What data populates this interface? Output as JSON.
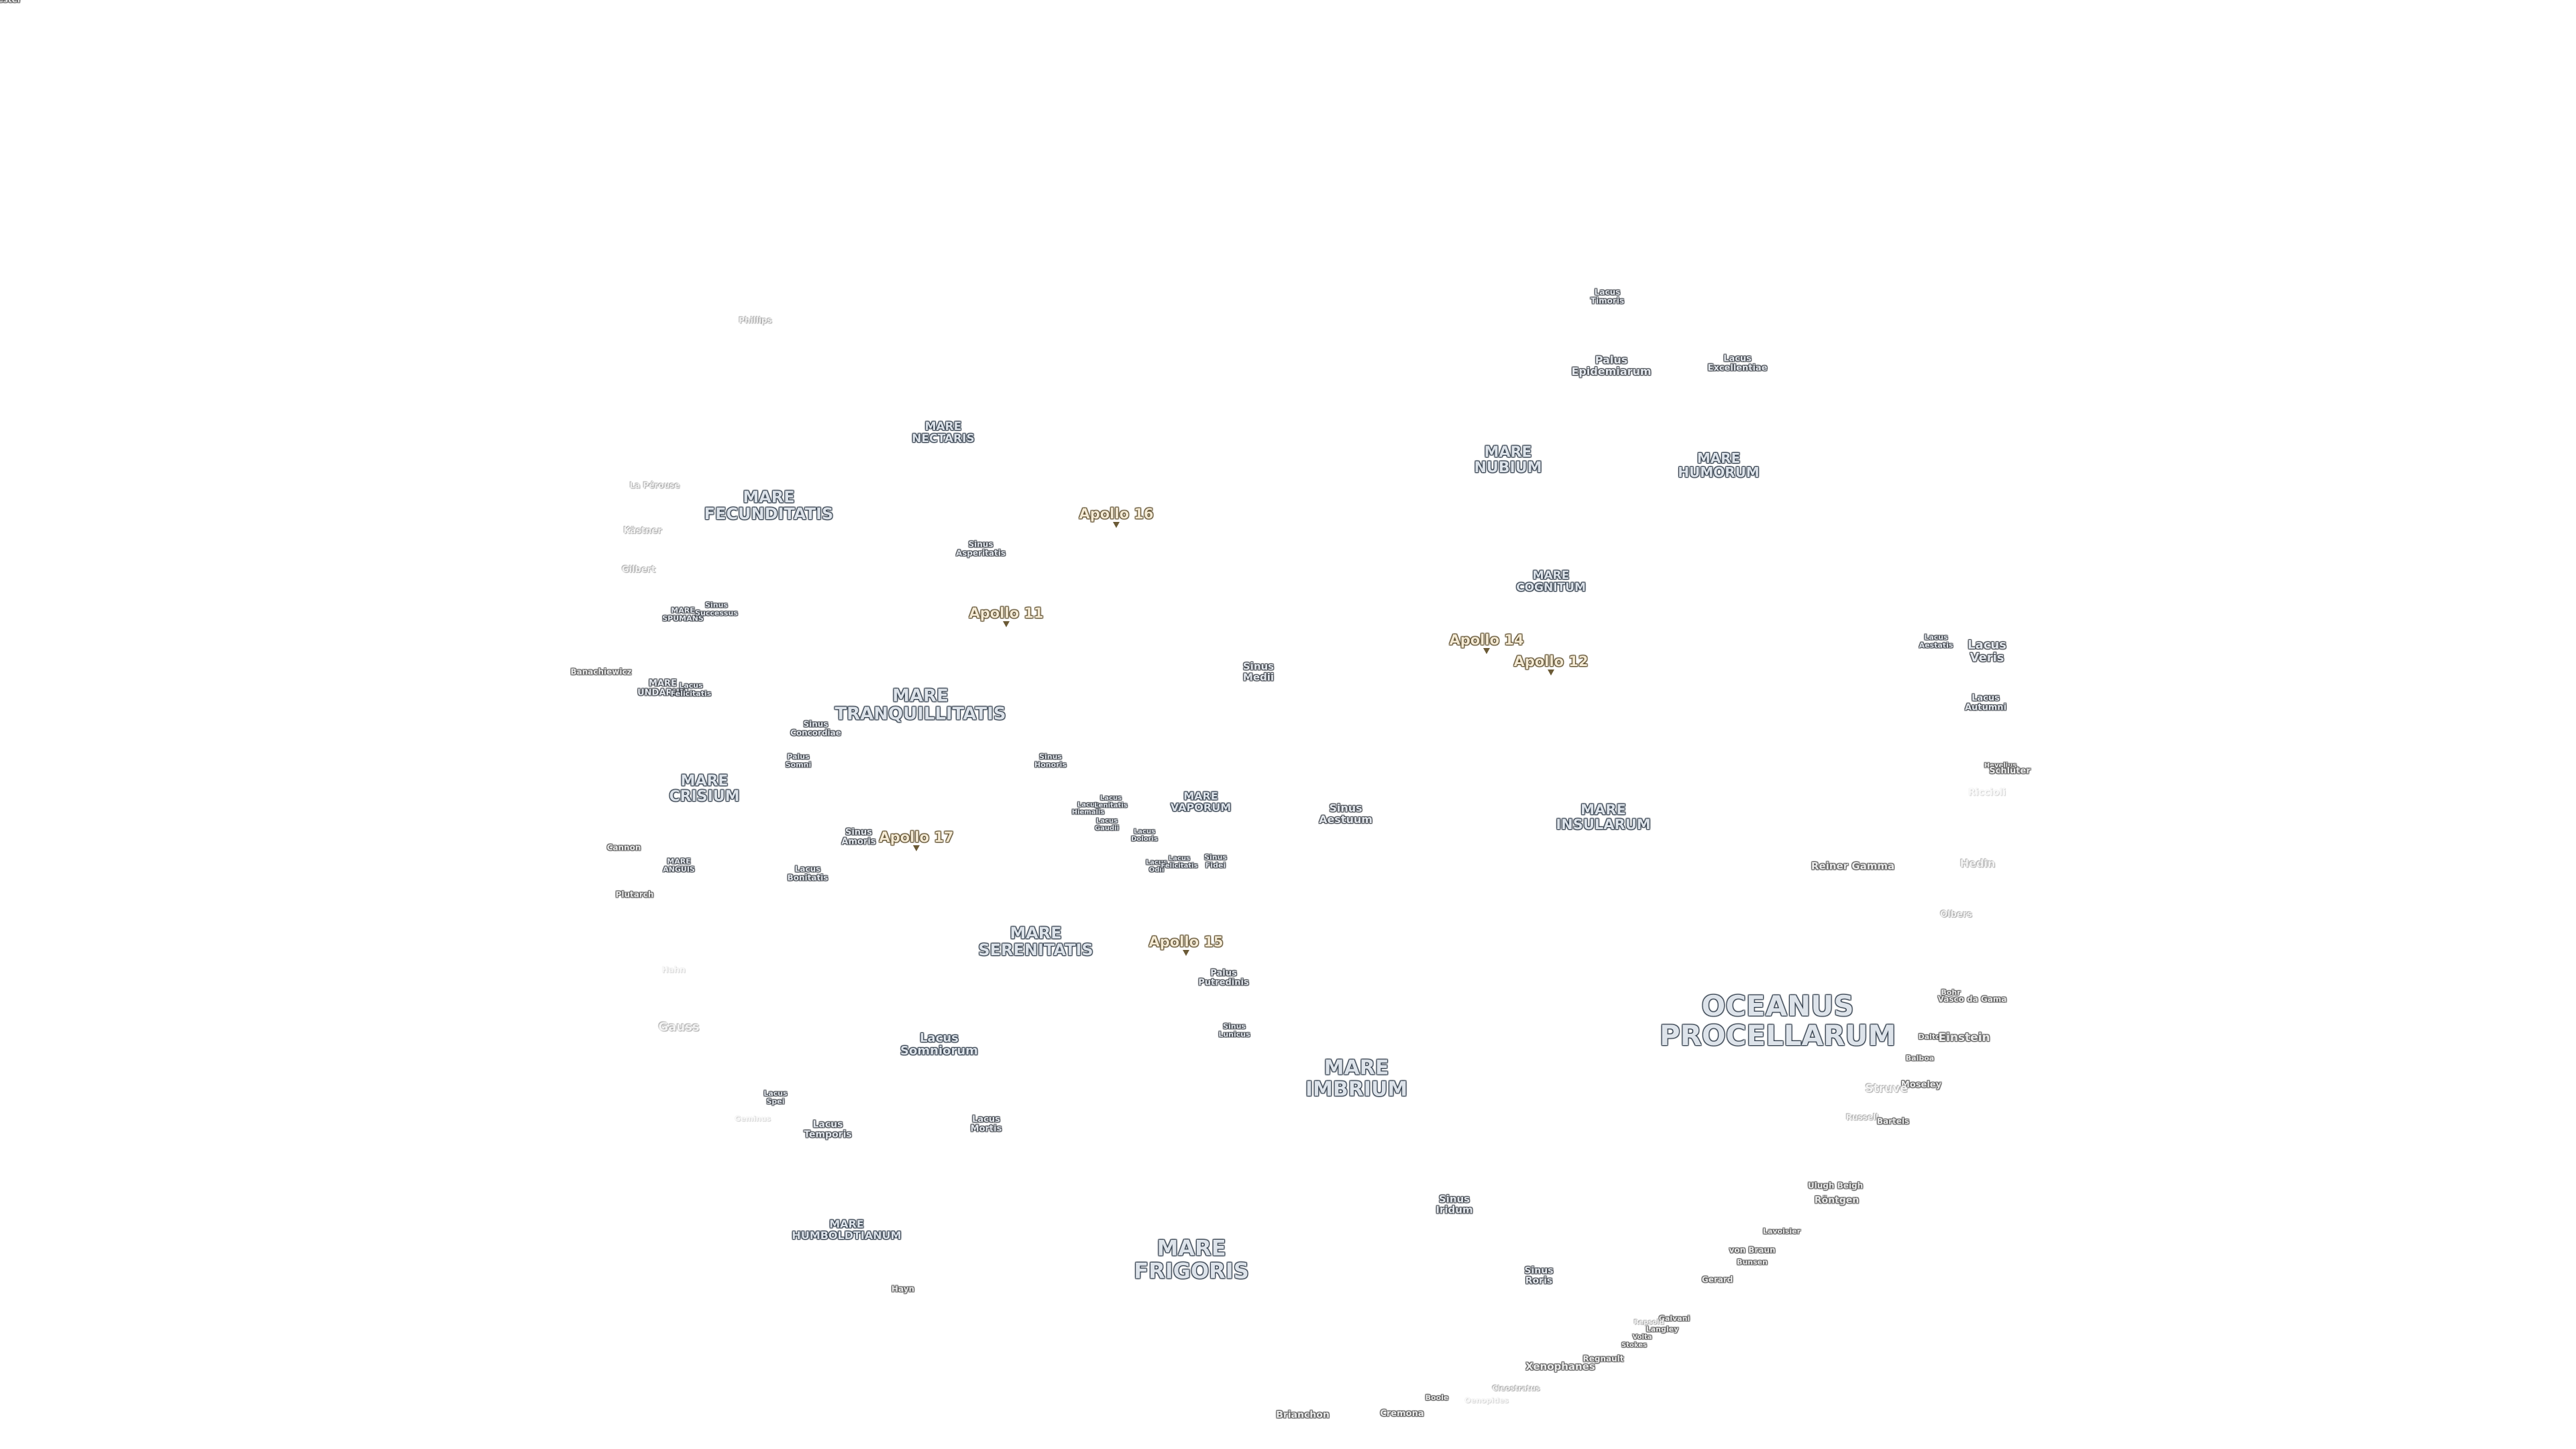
{
  "map": {
    "labels": [
      {
        "text": "OCEANUS\nPROCELLARUM",
        "kind": "mare",
        "size": 42
      },
      {
        "text": "MARE\nIMBRIUM",
        "kind": "mare",
        "size": 30
      },
      {
        "text": "MARE\nFRIGORIS",
        "kind": "mare",
        "size": 32
      },
      {
        "text": "MARE\nSERENITATIS",
        "kind": "mare",
        "size": 24
      },
      {
        "text": "MARE\nTRANQUILLITATIS",
        "kind": "mare",
        "size": 26
      },
      {
        "text": "MARE\nFECUNDITATIS",
        "kind": "mare",
        "size": 24
      },
      {
        "text": "MARE\nCRISIUM",
        "kind": "mare",
        "size": 22
      },
      {
        "text": "MARE\nNECTARIS",
        "kind": "mare",
        "size": 17
      },
      {
        "text": "MARE\nNUBIUM",
        "kind": "mare",
        "size": 22
      },
      {
        "text": "MARE\nHUMORUM",
        "kind": "mare",
        "size": 20
      },
      {
        "text": "MARE\nCOGNITUM",
        "kind": "mare",
        "size": 17
      },
      {
        "text": "MARE\nINSULARUM",
        "kind": "mare",
        "size": 21
      },
      {
        "text": "MARE\nVAPORUM",
        "kind": "mare",
        "size": 16
      },
      {
        "text": "MARE\nHUMBOLDTIANUM",
        "kind": "mare",
        "size": 16
      },
      {
        "text": "MARE\nSPUMANS",
        "kind": "minor",
        "size": 11
      },
      {
        "text": "MARE\nUNDARUM",
        "kind": "minor",
        "size": 13
      },
      {
        "text": "MARE\nANGUIS",
        "kind": "minor",
        "size": 11
      },
      {
        "text": "Lacus\nSomniorum",
        "kind": "mare",
        "size": 18
      },
      {
        "text": "Lacus\nTimoris",
        "kind": "minor",
        "size": 12
      },
      {
        "text": "Palus\nEpidemiarum",
        "kind": "minor",
        "size": 16
      },
      {
        "text": "Lacus\nExcellentiae",
        "kind": "minor",
        "size": 13
      },
      {
        "text": "Sinus\nAsperitatis",
        "kind": "minor",
        "size": 12
      },
      {
        "text": "Sinus\nSuccessus",
        "kind": "minor",
        "size": 11
      },
      {
        "text": "Lacus\nFelicitatis",
        "kind": "minor",
        "size": 11
      },
      {
        "text": "Sinus\nMedii",
        "kind": "minor",
        "size": 15
      },
      {
        "text": "Lacus\nAestatis",
        "kind": "minor",
        "size": 11
      },
      {
        "text": "Lacus\nVeris",
        "kind": "minor",
        "size": 18
      },
      {
        "text": "Lacus\nAutumni",
        "kind": "minor",
        "size": 13
      },
      {
        "text": "Sinus\nConcordiae",
        "kind": "minor",
        "size": 12
      },
      {
        "text": "Palus\nSomni",
        "kind": "minor",
        "size": 11
      },
      {
        "text": "Sinus\nHonoris",
        "kind": "minor",
        "size": 11
      },
      {
        "text": "Lacus\nHiemalis",
        "kind": "minor",
        "size": 10
      },
      {
        "text": "Lacus\nLenitatis",
        "kind": "minor",
        "size": 10
      },
      {
        "text": "Lacus\nGaudii",
        "kind": "minor",
        "size": 10
      },
      {
        "text": "Lacus\nDoloris",
        "kind": "minor",
        "size": 10
      },
      {
        "text": "Sinus\nAestuum",
        "kind": "minor",
        "size": 16
      },
      {
        "text": "Sinus\nAmoris",
        "kind": "minor",
        "size": 13
      },
      {
        "text": "Lacus\nBonitatis",
        "kind": "minor",
        "size": 12
      },
      {
        "text": "Lacus\nOdii",
        "kind": "minor",
        "size": 10
      },
      {
        "text": "Lacus\nFelicitatis",
        "kind": "minor",
        "size": 10
      },
      {
        "text": "Sinus\nFidei",
        "kind": "minor",
        "size": 11
      },
      {
        "text": "Palus\nPutredinis",
        "kind": "minor",
        "size": 13
      },
      {
        "text": "Sinus\nLunicus",
        "kind": "minor",
        "size": 11
      },
      {
        "text": "Lacus\nSpei",
        "kind": "minor",
        "size": 11
      },
      {
        "text": "Lacus\nTemporis",
        "kind": "minor",
        "size": 14
      },
      {
        "text": "Lacus\nMortis",
        "kind": "minor",
        "size": 13
      },
      {
        "text": "Sinus\nIridum",
        "kind": "minor",
        "size": 15
      },
      {
        "text": "Sinus\nRoris",
        "kind": "minor",
        "size": 14
      },
      {
        "text": "Apollo 16",
        "kind": "apollo",
        "size": 21
      },
      {
        "text": "Apollo 11",
        "kind": "apollo",
        "size": 21
      },
      {
        "text": "Apollo 14",
        "kind": "apollo",
        "size": 21
      },
      {
        "text": "Apollo 12",
        "kind": "apollo",
        "size": 21
      },
      {
        "text": "Apollo 17",
        "kind": "apollo",
        "size": 21
      },
      {
        "text": "Apollo 15",
        "kind": "apollo",
        "size": 21
      },
      {
        "text": "Phillips",
        "kind": "crater-faint",
        "size": 12
      },
      {
        "text": "La Pérouse",
        "kind": "crater-faint",
        "size": 12
      },
      {
        "text": "Kästner",
        "kind": "crater-faint",
        "size": 13
      },
      {
        "text": "Gilbert",
        "kind": "crater-faint",
        "size": 13
      },
      {
        "text": "Banachiewicz",
        "kind": "crater",
        "size": 12
      },
      {
        "text": "Cannon",
        "kind": "crater",
        "size": 12
      },
      {
        "text": "Plutarch",
        "kind": "crater",
        "size": 12
      },
      {
        "text": "Hahn",
        "kind": "crater-ghost",
        "size": 12
      },
      {
        "text": "Gauss",
        "kind": "crater-faint",
        "size": 18
      },
      {
        "text": "Geminus",
        "kind": "crater-ghost",
        "size": 11
      },
      {
        "text": "Hayn",
        "kind": "crater",
        "size": 12
      },
      {
        "text": "Reiner Gamma",
        "kind": "crater",
        "size": 15
      },
      {
        "text": "Hedin",
        "kind": "crater-faint",
        "size": 16
      },
      {
        "text": "Olbers",
        "kind": "crater-faint",
        "size": 13
      },
      {
        "text": "Riccioli",
        "kind": "crater-ghost",
        "size": 14
      },
      {
        "text": "Hevelius",
        "kind": "crater",
        "size": 10
      },
      {
        "text": "Schlüter",
        "kind": "crater",
        "size": 13
      },
      {
        "text": "Bohr",
        "kind": "crater",
        "size": 11
      },
      {
        "text": "Vasco da Gama",
        "kind": "crater",
        "size": 12
      },
      {
        "text": "Dalton",
        "kind": "crater",
        "size": 11
      },
      {
        "text": "Einstein",
        "kind": "crater",
        "size": 17
      },
      {
        "text": "Balboa",
        "kind": "crater",
        "size": 11
      },
      {
        "text": "Moseley",
        "kind": "crater",
        "size": 13
      },
      {
        "text": "Struve",
        "kind": "crater-faint",
        "size": 17
      },
      {
        "text": "Russell",
        "kind": "crater-faint",
        "size": 12
      },
      {
        "text": "Bartels",
        "kind": "crater",
        "size": 12
      },
      {
        "text": "Ulugh Beigh",
        "kind": "crater",
        "size": 12
      },
      {
        "text": "Röntgen",
        "kind": "crater",
        "size": 14
      },
      {
        "text": "Lavoisier",
        "kind": "crater",
        "size": 11
      },
      {
        "text": "von Braun",
        "kind": "crater",
        "size": 12
      },
      {
        "text": "Bunsen",
        "kind": "crater",
        "size": 11
      },
      {
        "text": "Gerard",
        "kind": "crater",
        "size": 12
      },
      {
        "text": "Galvani",
        "kind": "crater",
        "size": 11
      },
      {
        "text": "Langley",
        "kind": "crater",
        "size": 11
      },
      {
        "text": "Repsold",
        "kind": "crater-faint",
        "size": 10
      },
      {
        "text": "Volta",
        "kind": "crater",
        "size": 10
      },
      {
        "text": "Stokes",
        "kind": "crater",
        "size": 10
      },
      {
        "text": "Regnault",
        "kind": "crater",
        "size": 12
      },
      {
        "text": "Xenophanes",
        "kind": "crater",
        "size": 15
      },
      {
        "text": "Cleostratus",
        "kind": "crater-faint",
        "size": 11
      },
      {
        "text": "Boole",
        "kind": "crater",
        "size": 11
      },
      {
        "text": "Oenopides",
        "kind": "crater-ghost",
        "size": 11
      },
      {
        "text": "Cremona",
        "kind": "crater",
        "size": 13
      },
      {
        "text": "Brianchon",
        "kind": "crater",
        "size": 14
      },
      {
        "text": "Sylvester",
        "kind": "crater",
        "size": 12
      }
    ]
  }
}
